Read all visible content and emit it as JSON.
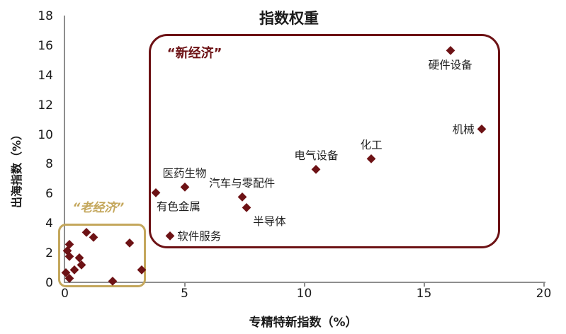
{
  "title": "指数权重",
  "colors": {
    "marker": "#6d1215",
    "new_economy": "#6d1215",
    "old_economy": "#c4a75c",
    "axis": "#8e8e8e",
    "text": "#1a1a1a"
  },
  "chart_data": {
    "type": "scatter",
    "title": "指数权重",
    "xlabel": "专精特新指数（%）",
    "ylabel": "出海指数（%）",
    "xlim": [
      0,
      20
    ],
    "ylim": [
      0,
      18
    ],
    "x_ticks": [
      0,
      5,
      10,
      15,
      20
    ],
    "y_ticks": [
      0,
      2,
      4,
      6,
      8,
      10,
      12,
      14,
      16,
      18
    ],
    "grid": false,
    "legend": false,
    "marker": "diamond",
    "labeled_points": [
      {
        "label": "硬件设备",
        "x": 16.1,
        "y": 15.7,
        "label_side": "below"
      },
      {
        "label": "机械",
        "x": 17.4,
        "y": 10.4,
        "label_side": "left"
      },
      {
        "label": "化工",
        "x": 12.8,
        "y": 8.4,
        "label_side": "above"
      },
      {
        "label": "电气设备",
        "x": 10.5,
        "y": 7.7,
        "label_side": "above"
      },
      {
        "label": "医药生物",
        "x": 5.0,
        "y": 6.5,
        "label_side": "above"
      },
      {
        "label": "有色金属",
        "x": 3.8,
        "y": 6.1,
        "label_side": "below-right"
      },
      {
        "label": "汽车与零配件",
        "x": 7.4,
        "y": 5.8,
        "label_side": "above"
      },
      {
        "label": "半导体",
        "x": 7.6,
        "y": 5.1,
        "label_side": "below-right"
      },
      {
        "label": "软件服务",
        "x": 4.4,
        "y": 3.2,
        "label_side": "right"
      }
    ],
    "unlabeled_points": [
      [
        0.9,
        3.4
      ],
      [
        1.2,
        3.1
      ],
      [
        0.2,
        2.6
      ],
      [
        0.1,
        2.2
      ],
      [
        0.2,
        1.8
      ],
      [
        0.6,
        1.7
      ],
      [
        0.7,
        1.2
      ],
      [
        0.4,
        0.9
      ],
      [
        0.05,
        0.7
      ],
      [
        0.2,
        0.3
      ],
      [
        2.7,
        2.7
      ],
      [
        3.2,
        0.9
      ],
      [
        2.0,
        0.1
      ]
    ],
    "annotations": [
      {
        "id": "new-economy",
        "label": "“新经济”",
        "x1": 3.5,
        "y1": 2.25,
        "x2": 18.2,
        "y2": 16.8,
        "color": "#6d1215",
        "label_inside": true
      },
      {
        "id": "old-economy",
        "label": "“老经济”",
        "x1": -0.27,
        "y1": -0.38,
        "x2": 3.42,
        "y2": 4.0,
        "color": "#c4a75c",
        "label_inside": false
      }
    ]
  }
}
